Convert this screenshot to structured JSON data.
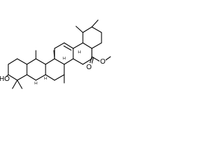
{
  "molecule": {
    "atoms": {
      "hydroxyl": "HO",
      "carbonyl_oxygen": "O",
      "ester_oxygen": "O"
    },
    "stereo_h": "H",
    "colors": {
      "ink": "#000000",
      "background": "#ffffff"
    }
  }
}
